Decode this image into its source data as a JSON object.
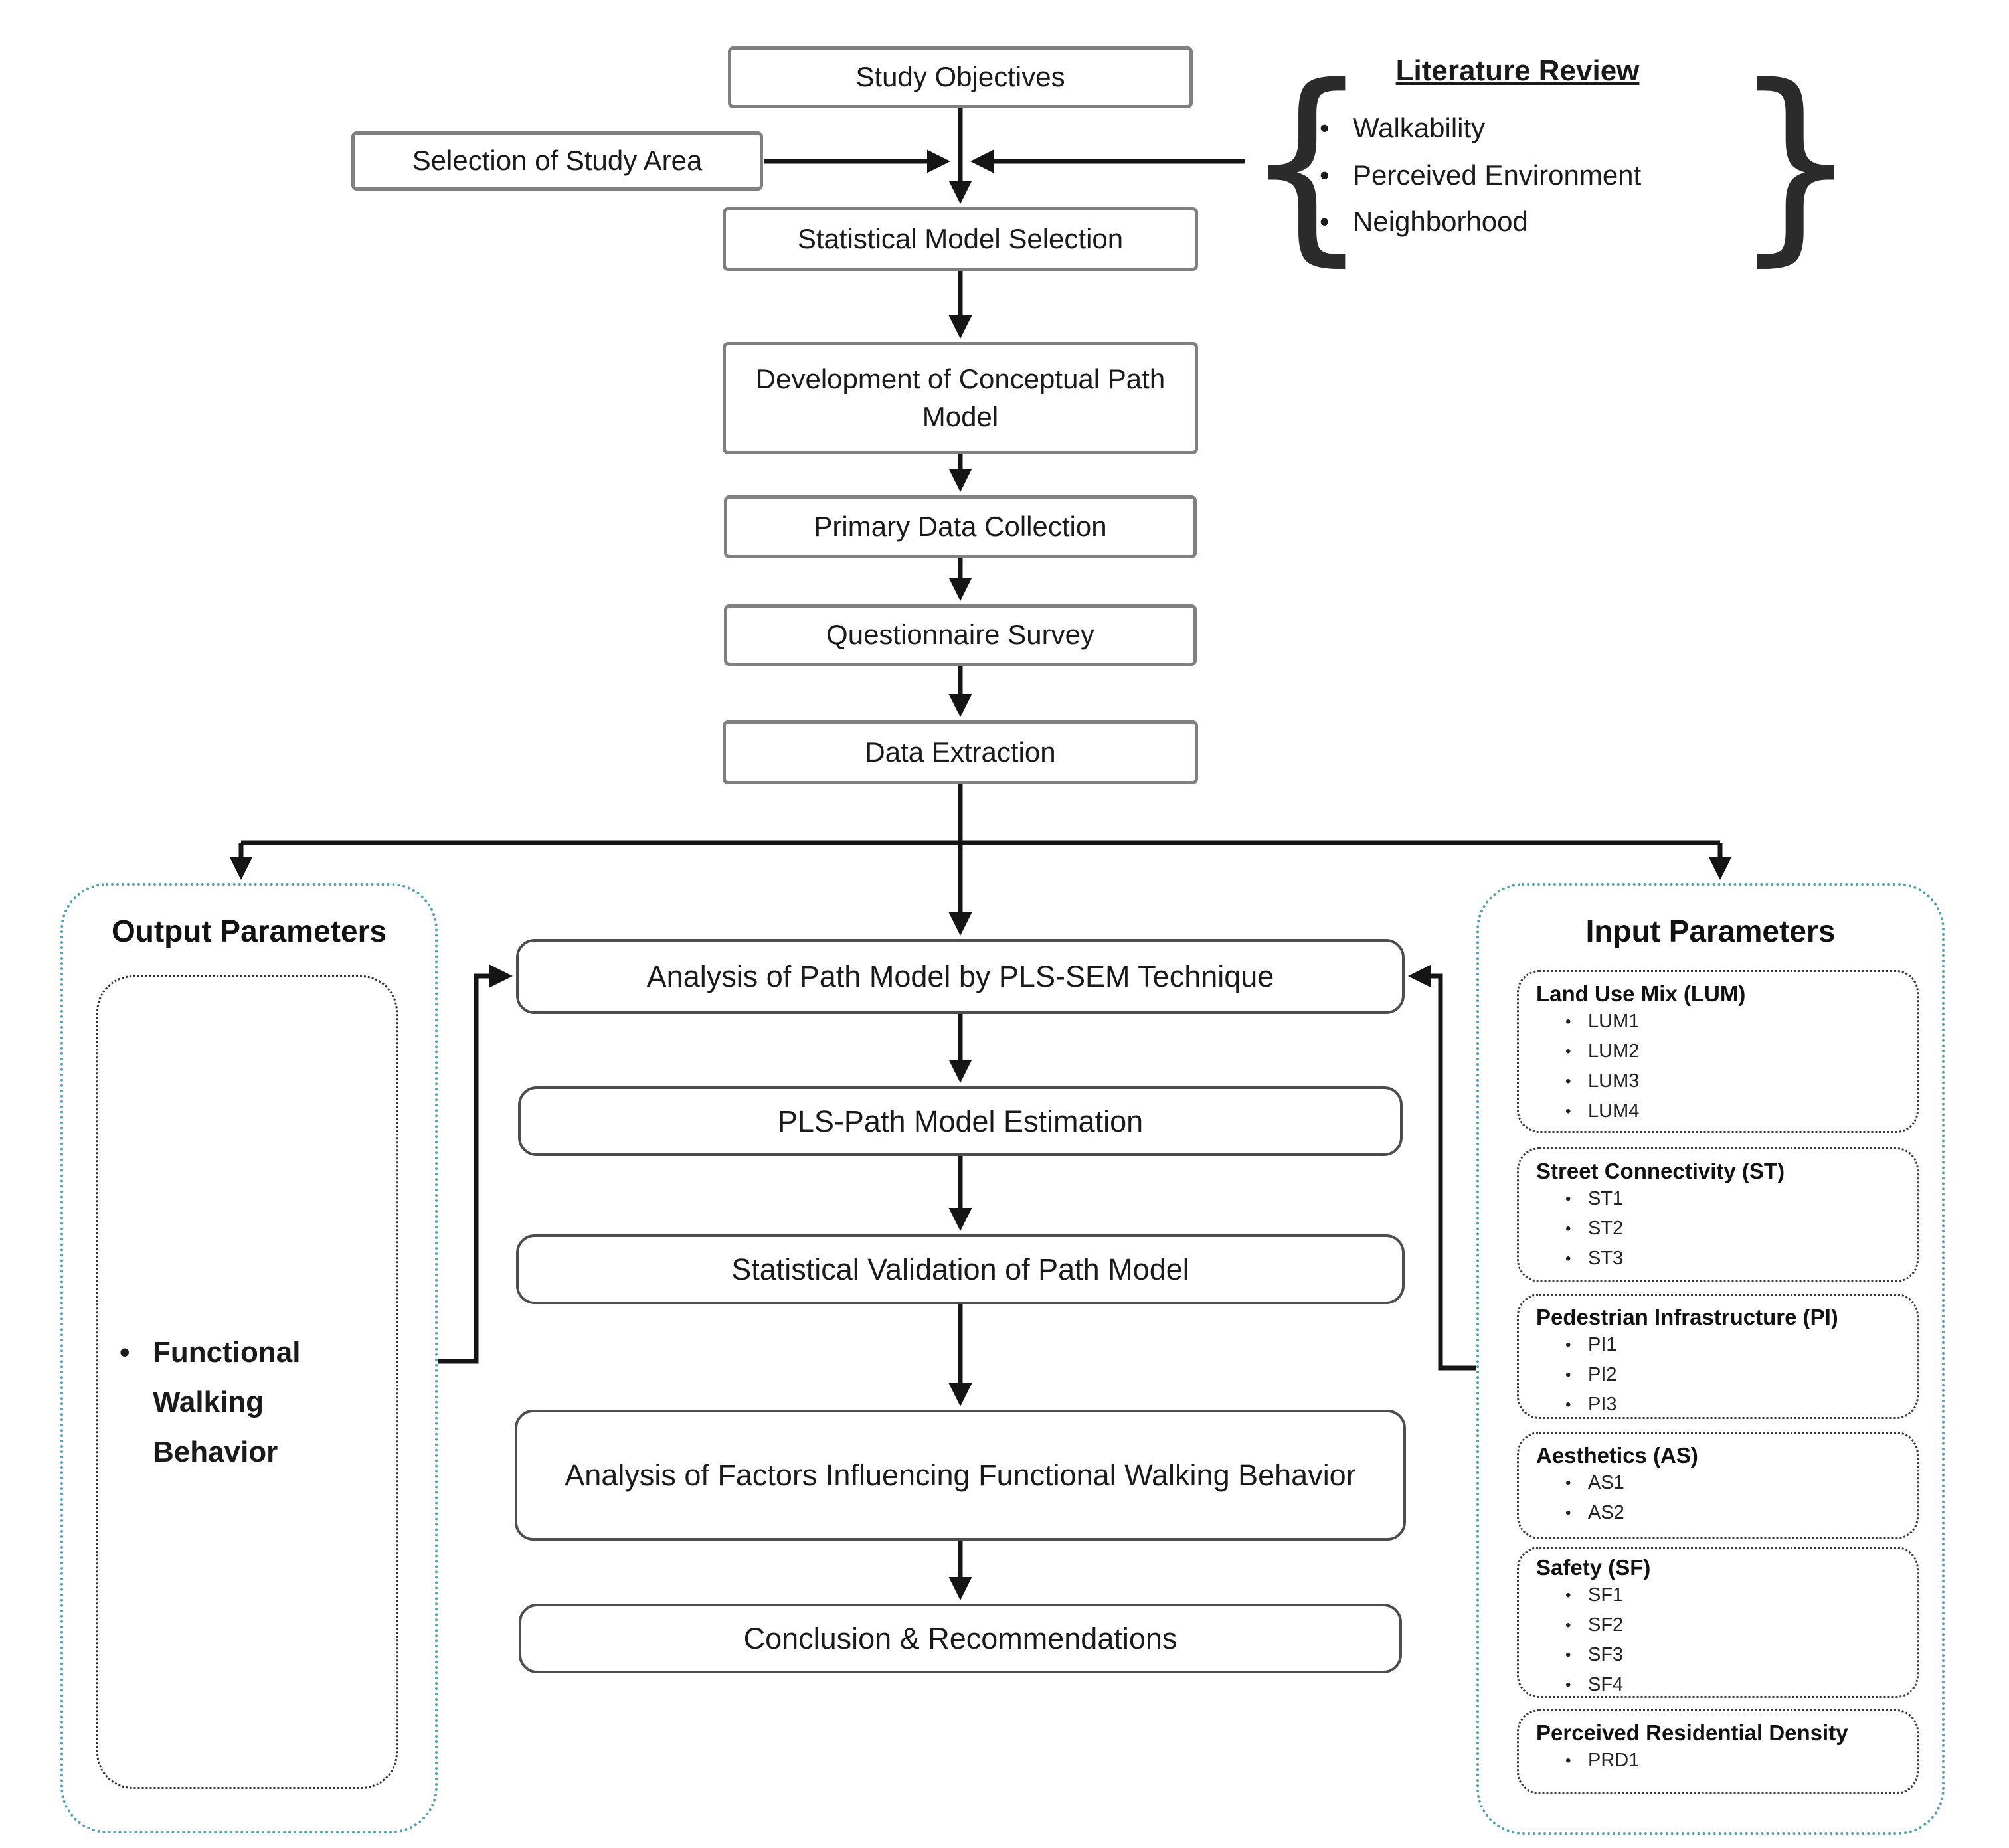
{
  "colors": {
    "box_border": "#808080",
    "round_box_border": "#4d4d4d",
    "panel_border": "#53a0b0",
    "arrow": "#151515"
  },
  "flow": {
    "study_objectives": "Study Objectives",
    "selection_of_study_area": "Selection of Study Area",
    "statistical_model_selection": "Statistical Model Selection",
    "development_of_conceptual_path_model": "Development of Conceptual Path Model",
    "primary_data_collection": "Primary Data Collection",
    "questionnaire_survey": "Questionnaire Survey",
    "data_extraction": "Data Extraction"
  },
  "literature_review": {
    "title": "Literature Review",
    "items": [
      "Walkability",
      "Perceived Environment",
      "Neighborhood"
    ]
  },
  "analysis_flow": {
    "analysis_pls_sem": "Analysis of Path Model by PLS-SEM Technique",
    "pls_path_model_estimation": "PLS-Path Model Estimation",
    "statistical_validation": "Statistical Validation of Path Model",
    "factors_analysis": "Analysis of Factors Influencing Functional Walking Behavior",
    "conclusion": "Conclusion & Recommendations"
  },
  "output_parameters": {
    "title": "Output Parameters",
    "items": [
      "Functional Walking Behavior"
    ]
  },
  "input_parameters": {
    "title": "Input Parameters",
    "groups": [
      {
        "title": "Land Use Mix (LUM)",
        "items": [
          "LUM1",
          "LUM2",
          "LUM3",
          "LUM4"
        ]
      },
      {
        "title": "Street Connectivity (ST)",
        "items": [
          "ST1",
          "ST2",
          "ST3"
        ]
      },
      {
        "title": "Pedestrian Infrastructure (PI)",
        "items": [
          "PI1",
          "PI2",
          "PI3"
        ]
      },
      {
        "title": "Aesthetics (AS)",
        "items": [
          "AS1",
          "AS2"
        ]
      },
      {
        "title": "Safety (SF)",
        "items": [
          "SF1",
          "SF2",
          "SF3",
          "SF4"
        ]
      },
      {
        "title": "Perceived Residential Density",
        "items": [
          "PRD1"
        ]
      }
    ]
  }
}
